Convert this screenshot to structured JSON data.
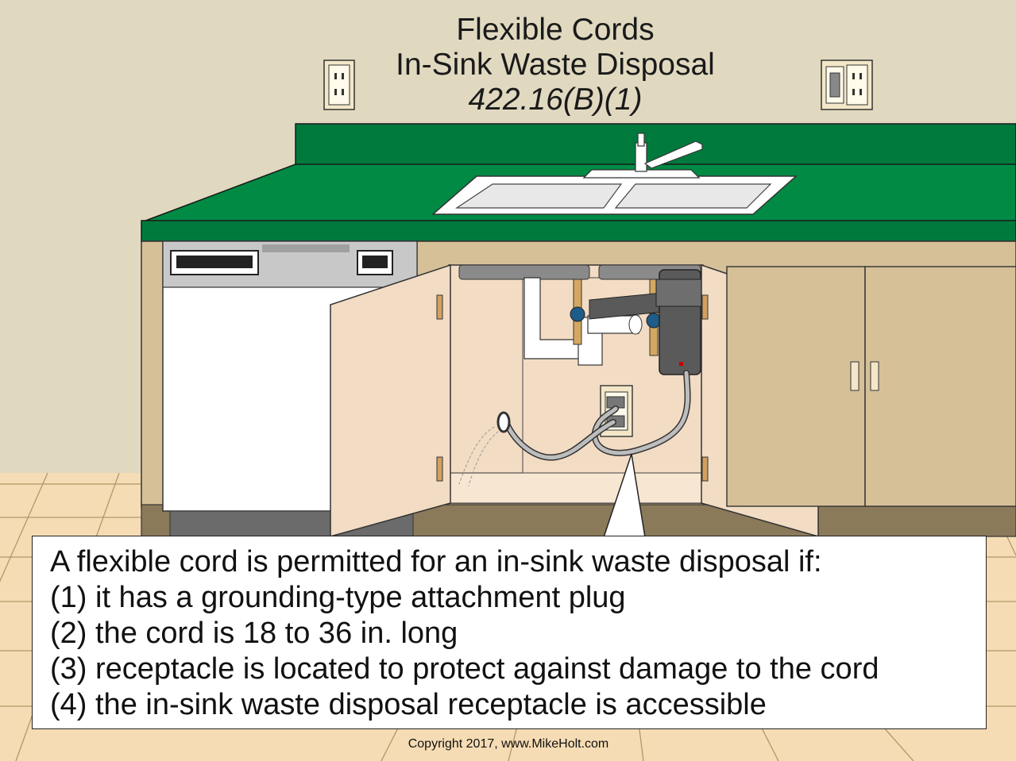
{
  "title": {
    "line1": "Flexible Cords",
    "line2": "In-Sink Waste Disposal",
    "line3": "422.16(B)(1)"
  },
  "callout": {
    "lines": [
      "A flexible cord is permitted for an in-sink waste disposal if:",
      "(1) it has a grounding-type attachment plug",
      "(2) the cord is 18 to 36 in. long",
      "(3) receptacle is located to protect against damage to the cord",
      "(4) the in-sink waste disposal receptacle is accessible"
    ]
  },
  "copyright": "Copyright 2017, www.MikeHolt.com",
  "colors": {
    "wall": "#e0d9c0",
    "countertop": "#007a3c",
    "cabinet": "#d6c098",
    "cabinet_interior": "#f3dcc4",
    "floor": "#f6dcb4",
    "plinth": "#8b7a5a",
    "pipe_white": "#ffffff",
    "disposal": "#555555",
    "cord": "#b5b5b5"
  }
}
